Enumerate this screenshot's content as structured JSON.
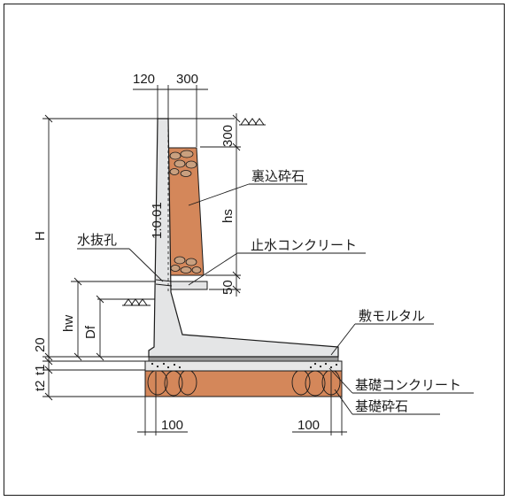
{
  "dimensions": {
    "top_left": "120",
    "top_right": "300",
    "top_depth": "300",
    "slope": "1:0.01",
    "hs": "hs",
    "H": "H",
    "hw": "hw",
    "Df": "Df",
    "bottom_50": "50",
    "d20": "20",
    "t1": "t1",
    "t2": "t2",
    "bottom_left_100": "100",
    "bottom_right_100": "100"
  },
  "labels": {
    "backfill_stone": "裏込砕石",
    "drain_hole": "水抜孔",
    "waterstop_concrete": "止水コンクリート",
    "bed_mortar": "敷モルタル",
    "foundation_concrete": "基礎コンクリート",
    "foundation_stone": "基礎砕石"
  },
  "colors": {
    "wall": "#e4e5e6",
    "backfill": "#d4875a",
    "foundation": "#e7e7e7",
    "stone": "#c9a07f",
    "line": "#1a1a1a"
  }
}
